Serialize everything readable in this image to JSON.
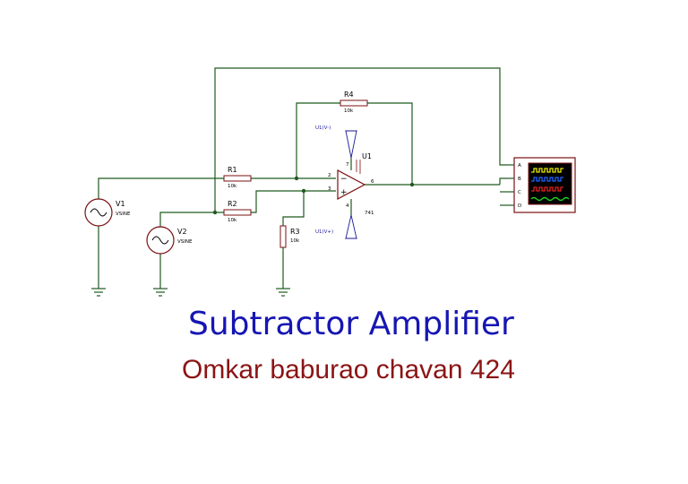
{
  "title": "Subtractor Amplifier",
  "author": "Omkar baburao chavan 424",
  "components": {
    "r1": {
      "name": "R1",
      "value": "10k"
    },
    "r2": {
      "name": "R2",
      "value": "10k"
    },
    "r3": {
      "name": "R3",
      "value": "10k"
    },
    "r4": {
      "name": "R4",
      "value": "10k"
    },
    "v1": {
      "name": "V1",
      "type": "VSINE"
    },
    "v2": {
      "name": "V2",
      "type": "VSINE"
    },
    "u1": {
      "name": "U1",
      "part": "741",
      "pin_inv": "2",
      "pin_noninv": "3",
      "pin_out": "6",
      "pin_vpos": "7",
      "pin_vneg": "4"
    },
    "vneg_label": "U1(V-)",
    "vpos_label": "U1(V+)"
  },
  "oscilloscope": {
    "channels": [
      "A",
      "B",
      "C",
      "D"
    ],
    "trace_colors": [
      "#e8e800",
      "#2060ff",
      "#e02020",
      "#20d020"
    ]
  },
  "colors": {
    "wire": "#1f5a1f",
    "component": "#7a1010",
    "title": "#1616b3",
    "author": "#8b1414"
  }
}
